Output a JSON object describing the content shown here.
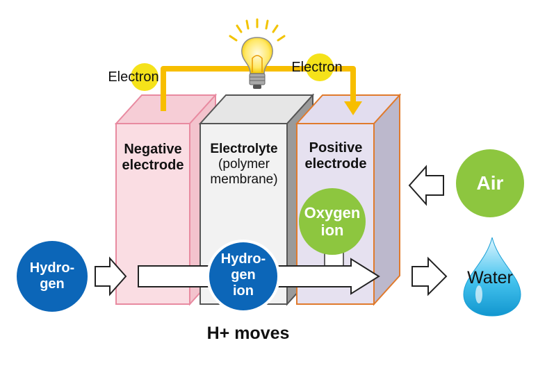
{
  "electron_left": "Electron",
  "electron_right": "Electron",
  "negative_electrode": {
    "line1": "Negative",
    "line2": "electrode"
  },
  "electrolyte": {
    "title": "Electrolyte",
    "line2": "(polymer",
    "line3": "membrane)"
  },
  "positive_electrode": {
    "line1": "Positive",
    "line2": "electrode"
  },
  "oxygen_ion": {
    "line1": "Oxygen",
    "line2": "ion"
  },
  "hydrogen_input": {
    "line1": "Hydro-",
    "line2": "gen"
  },
  "hydrogen_ion": {
    "line1": "Hydro-",
    "line2": "gen",
    "line3": "ion"
  },
  "air": "Air",
  "water": "Water",
  "caption": "H+ moves",
  "colors": {
    "electron": "#f5d800",
    "wire": "#f7be00",
    "negative_fill": "#fadde3",
    "negative_edge": "#e88aa0",
    "electrolyte_fill": "#f2f2f2",
    "electrolyte_edge": "#555555",
    "positive_fill": "#e6e1f0",
    "positive_edge": "#e07a2c",
    "hydrogen": "#0c66b8",
    "oxygen": "#8dc63f",
    "water": "#2bb8e8"
  },
  "icons": [
    "light-bulb-icon",
    "water-drop-icon",
    "arrow-right-icon",
    "arrow-left-icon"
  ]
}
